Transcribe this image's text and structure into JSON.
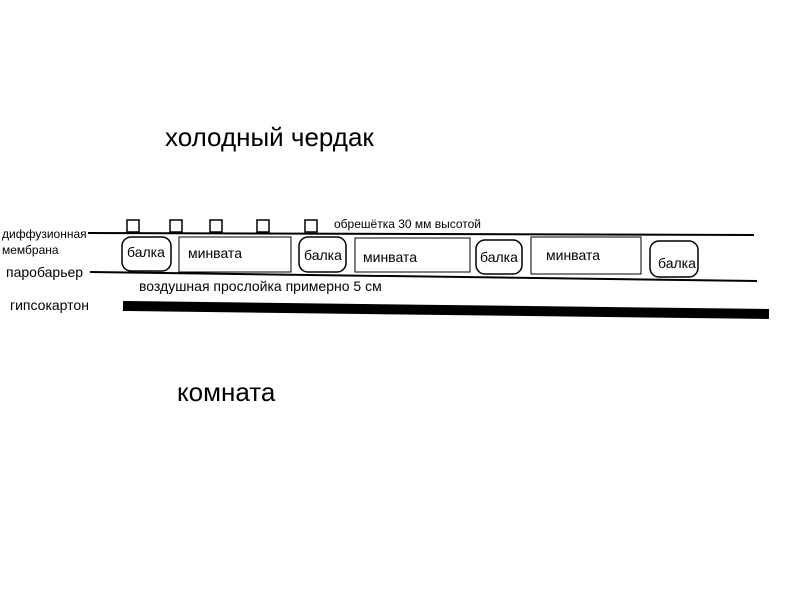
{
  "diagram": {
    "top_zone_label": "холодный чердак",
    "bottom_zone_label": "комната",
    "layers": {
      "membrane_line1": "диффузионная",
      "membrane_line2": "мембрана",
      "vapor_barrier": "паробарьер",
      "drywall": "гипсокартон"
    },
    "batten_label": "обрешётка 30 мм высотой",
    "air_gap_label": "воздушная прослойка примерно 5 см",
    "beams": [
      "балка",
      "балка",
      "балка",
      "балка"
    ],
    "insulation": [
      "минвата",
      "минвата",
      "минвата"
    ]
  }
}
